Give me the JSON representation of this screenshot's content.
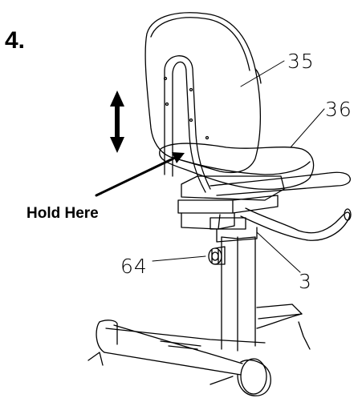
{
  "step": {
    "number": "4."
  },
  "instruction": {
    "hold_text": "Hold Here"
  },
  "callouts": {
    "seat_back": "35",
    "seat": "36",
    "seat_post_part": "3",
    "adjustment_knob": "64"
  }
}
